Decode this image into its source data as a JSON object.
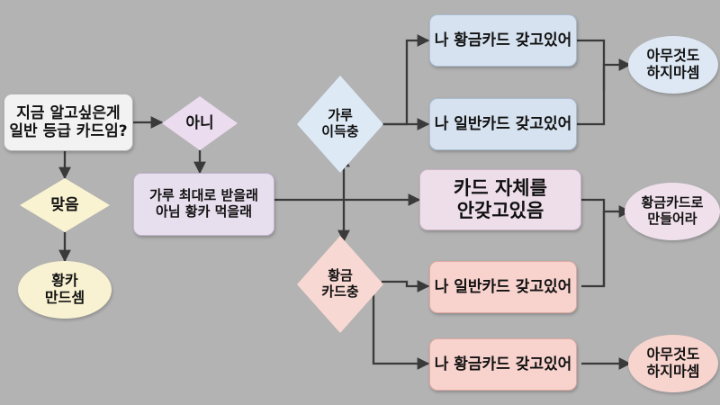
{
  "diagram": {
    "type": "flowchart",
    "background_color": "#b3b3b3",
    "language": "ko",
    "nodes": [
      {
        "id": "start",
        "shape": "rounded-rect",
        "color": "#f2f2f2",
        "text": "지금 알고싶은게\n일반 등급 카드임?"
      },
      {
        "id": "yes",
        "shape": "diamond",
        "color": "#faf3d2",
        "text": "맞음"
      },
      {
        "id": "no",
        "shape": "diamond",
        "color": "#ecdcf0",
        "text": "아니"
      },
      {
        "id": "make-gold",
        "shape": "ellipse",
        "color": "#f8f2d2",
        "text": "황카\n만드셈"
      },
      {
        "id": "powder-or-gold",
        "shape": "rounded-rect",
        "color": "#e8dfee",
        "text": "가루 최대로 받을래\n아님 황카 먹을래"
      },
      {
        "id": "powder-type",
        "shape": "diamond",
        "color": "#ddeaf6",
        "text": "가루\n이득충"
      },
      {
        "id": "gold-type",
        "shape": "diamond",
        "color": "#f8d8d2",
        "text": "황금\n카드충"
      },
      {
        "id": "have-gold-blue",
        "shape": "rounded-rect",
        "color": "#d6e2ef",
        "text": "나 황금카드 갖고있어"
      },
      {
        "id": "have-normal-blue",
        "shape": "rounded-rect",
        "color": "#d6e2ef",
        "text": "나 일반카드 갖고있어"
      },
      {
        "id": "no-card",
        "shape": "rounded-rect",
        "color": "#eddeea",
        "text": "카드 자체를\n안갖고있음"
      },
      {
        "id": "have-normal-pink",
        "shape": "rounded-rect",
        "color": "#f8d3ce",
        "text": "나 일반카드 갖고있어"
      },
      {
        "id": "have-gold-pink",
        "shape": "rounded-rect",
        "color": "#f8d3ce",
        "text": "나 황금카드 갖고있어"
      },
      {
        "id": "do-nothing-top",
        "shape": "ellipse",
        "color": "#dde8f4",
        "text": "아무것도\n하지마셈"
      },
      {
        "id": "turn-into-gold",
        "shape": "ellipse",
        "color": "#f0e0ec",
        "text": "황금카드로\n만들어라"
      },
      {
        "id": "do-nothing-bottom",
        "shape": "ellipse",
        "color": "#f8d4ce",
        "text": "아무것도\n하지마셈"
      }
    ],
    "edges": [
      {
        "from": "start",
        "to": "no"
      },
      {
        "from": "start",
        "to": "yes"
      },
      {
        "from": "yes",
        "to": "make-gold"
      },
      {
        "from": "no",
        "to": "powder-or-gold"
      },
      {
        "from": "powder-or-gold",
        "to": "powder-type"
      },
      {
        "from": "powder-or-gold",
        "to": "gold-type"
      },
      {
        "from": "powder-or-gold",
        "to": "no-card"
      },
      {
        "from": "powder-type",
        "to": "have-gold-blue"
      },
      {
        "from": "powder-type",
        "to": "have-normal-blue"
      },
      {
        "from": "gold-type",
        "to": "have-normal-pink"
      },
      {
        "from": "gold-type",
        "to": "have-gold-pink"
      },
      {
        "from": "have-gold-blue",
        "to": "do-nothing-top"
      },
      {
        "from": "have-normal-blue",
        "to": "do-nothing-top"
      },
      {
        "from": "no-card",
        "to": "turn-into-gold"
      },
      {
        "from": "have-normal-pink",
        "to": "turn-into-gold"
      },
      {
        "from": "have-gold-pink",
        "to": "do-nothing-bottom"
      }
    ],
    "labels": {
      "start": "지금 알고싶은게\n일반 등급 카드임?",
      "yes": "맞음",
      "no": "아니",
      "make_gold": "황카\n만드셈",
      "powder_or_gold": "가루 최대로 받을래\n아님 황카 먹을래",
      "powder_type": "가루\n이득충",
      "gold_type": "황금\n카드충",
      "have_gold_blue": "나 황금카드 갖고있어",
      "have_normal_blue": "나 일반카드 갖고있어",
      "no_card": "카드 자체를\n안갖고있음",
      "have_normal_pink": "나 일반카드 갖고있어",
      "have_gold_pink": "나 황금카드 갖고있어",
      "do_nothing_top": "아무것도\n하지마셈",
      "turn_into_gold": "황금카드로\n만들어라",
      "do_nothing_bottom": "아무것도\n하지마셈"
    }
  }
}
